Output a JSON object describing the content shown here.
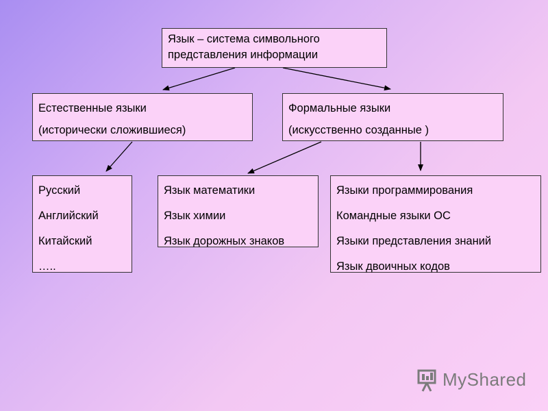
{
  "root": {
    "lines": [
      "Язык – система символьного",
      "представления информации"
    ]
  },
  "natural": {
    "lines": [
      "Естественные языки",
      "(исторически сложившиеся)"
    ]
  },
  "formal": {
    "lines": [
      "Формальные языки",
      "(искусственно созданные  )"
    ]
  },
  "natural_examples": {
    "lines": [
      "Русский",
      "Английский",
      "Китайский",
      "….."
    ]
  },
  "science_languages": {
    "lines": [
      "Язык математики",
      "Язык химии",
      "Язык дорожных знаков"
    ]
  },
  "computer_languages": {
    "lines": [
      "Языки программирования",
      "Командные языки ОС",
      "Языки представления знаний",
      "Язык двоичных кодов"
    ]
  },
  "watermark": {
    "text": "MyShared",
    "icon": "presentation-board-icon"
  },
  "colors": {
    "box_fill": "#fbd2f8",
    "border": "#333333",
    "arrow": "#000000"
  }
}
